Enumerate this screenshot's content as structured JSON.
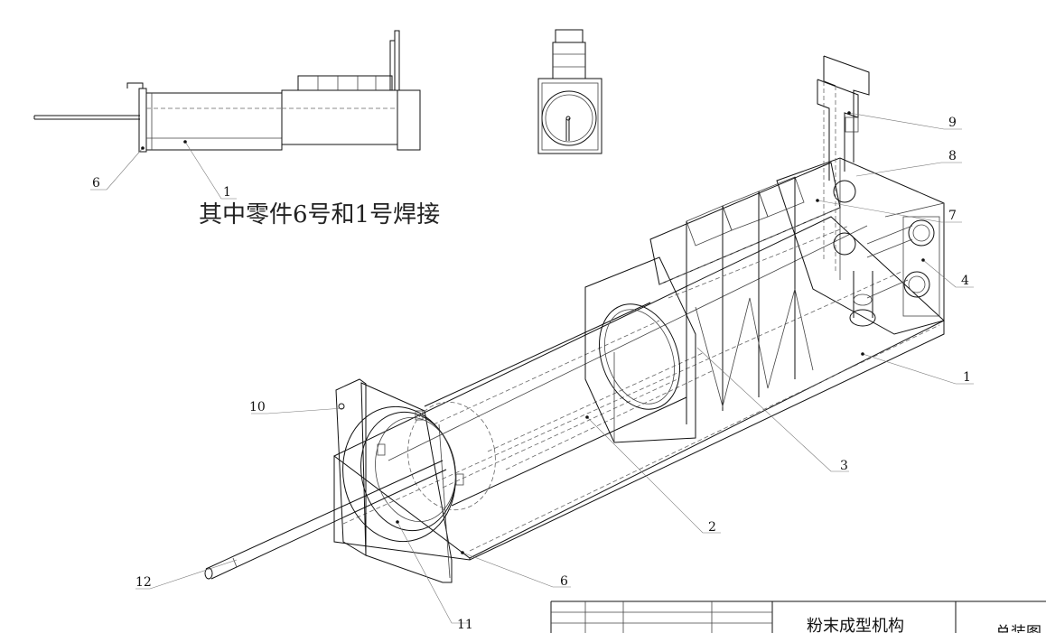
{
  "annotation": {
    "weld_note": "其中零件6号和1号焊接"
  },
  "top_view_callouts": [
    {
      "id": "tv-6",
      "label": "6"
    },
    {
      "id": "tv-1",
      "label": "1"
    }
  ],
  "iso_callouts": [
    {
      "id": "c9",
      "label": "9"
    },
    {
      "id": "c8",
      "label": "8"
    },
    {
      "id": "c7",
      "label": "7"
    },
    {
      "id": "c4",
      "label": "4"
    },
    {
      "id": "c1",
      "label": "1"
    },
    {
      "id": "c3",
      "label": "3"
    },
    {
      "id": "c2",
      "label": "2"
    },
    {
      "id": "c10",
      "label": "10"
    },
    {
      "id": "c6",
      "label": "6"
    },
    {
      "id": "c12",
      "label": "12"
    },
    {
      "id": "c11",
      "label": "11"
    }
  ],
  "title_block": {
    "name": "粉末成型机构",
    "drawing_type": "总装图"
  }
}
